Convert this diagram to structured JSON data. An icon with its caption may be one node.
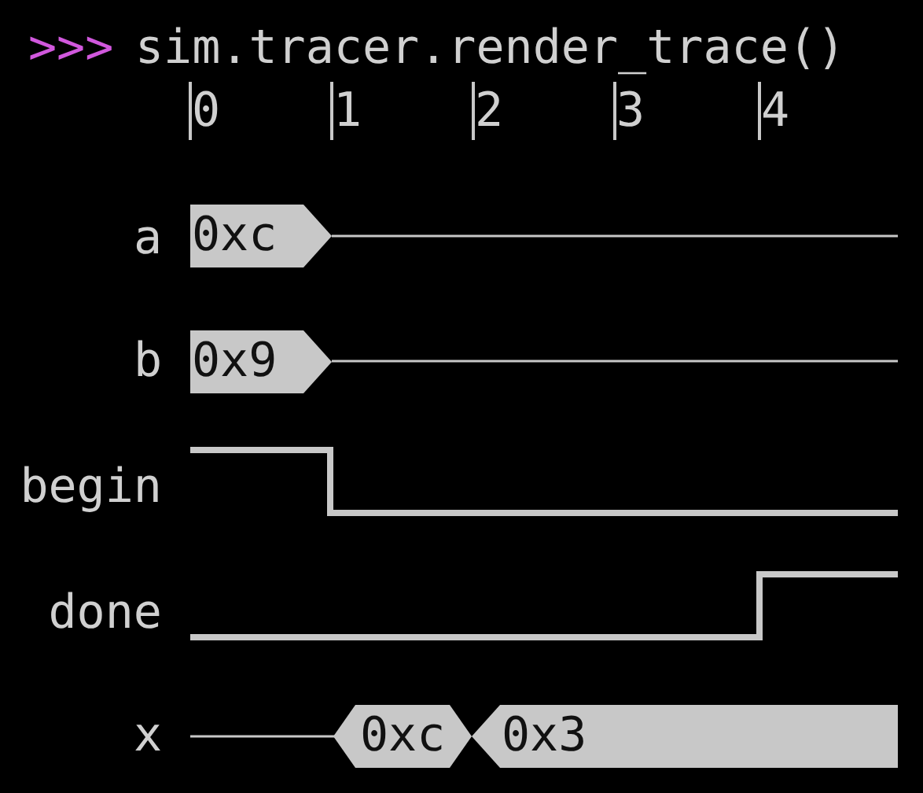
{
  "diagram": {
    "nodes": [
      {
        "text": [
          "0xc"
        ]
      },
      {
        "text": [
          "0x9"
        ]
      },
      {
        "text": [
          "0xc"
        ]
      },
      {
        "text": [
          "0x3"
        ]
      }
    ],
    "labels": [
      ">>>",
      "sim.tracer.render_trace()",
      "0",
      "1",
      "2",
      "3",
      "4",
      "a",
      "b",
      "begin",
      "done",
      "x"
    ]
  }
}
